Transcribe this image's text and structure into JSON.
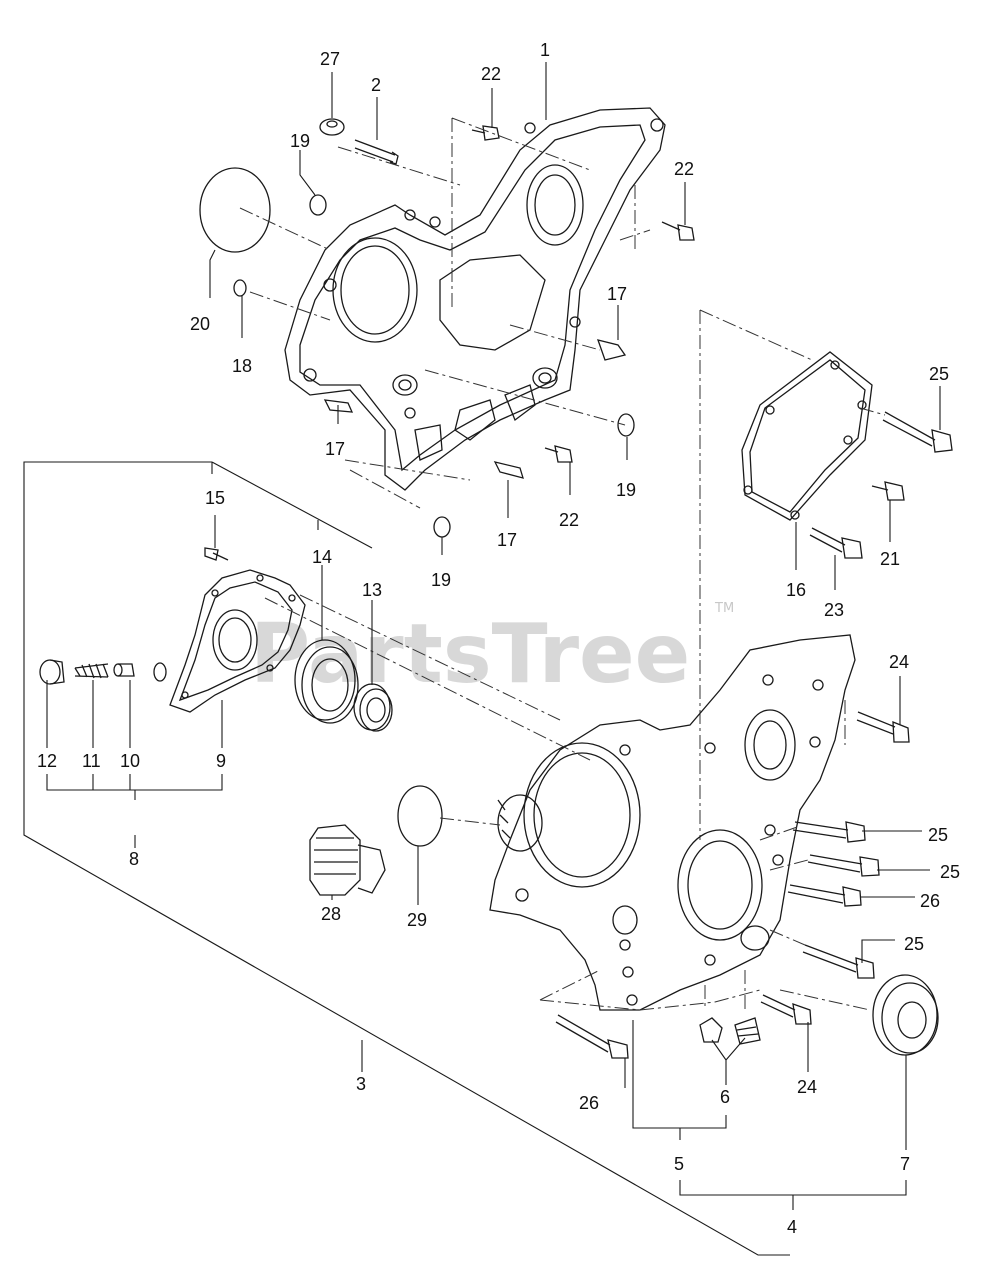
{
  "watermark": {
    "text": "PartsTree",
    "trademark": "TM"
  },
  "callouts": {
    "c1": "1",
    "c2": "2",
    "c3": "3",
    "c4": "4",
    "c5": "5",
    "c6": "6",
    "c7": "7",
    "c8": "8",
    "c9": "9",
    "c10": "10",
    "c11": "11",
    "c12": "12",
    "c13": "13",
    "c14": "14",
    "c15": "15",
    "c16": "16",
    "c17": "17",
    "c18": "18",
    "c19": "19",
    "c20": "20",
    "c21": "21",
    "c22": "22",
    "c23": "23",
    "c24": "24",
    "c25": "25",
    "c26": "26",
    "c27": "27",
    "c28": "28",
    "c29": "29"
  }
}
